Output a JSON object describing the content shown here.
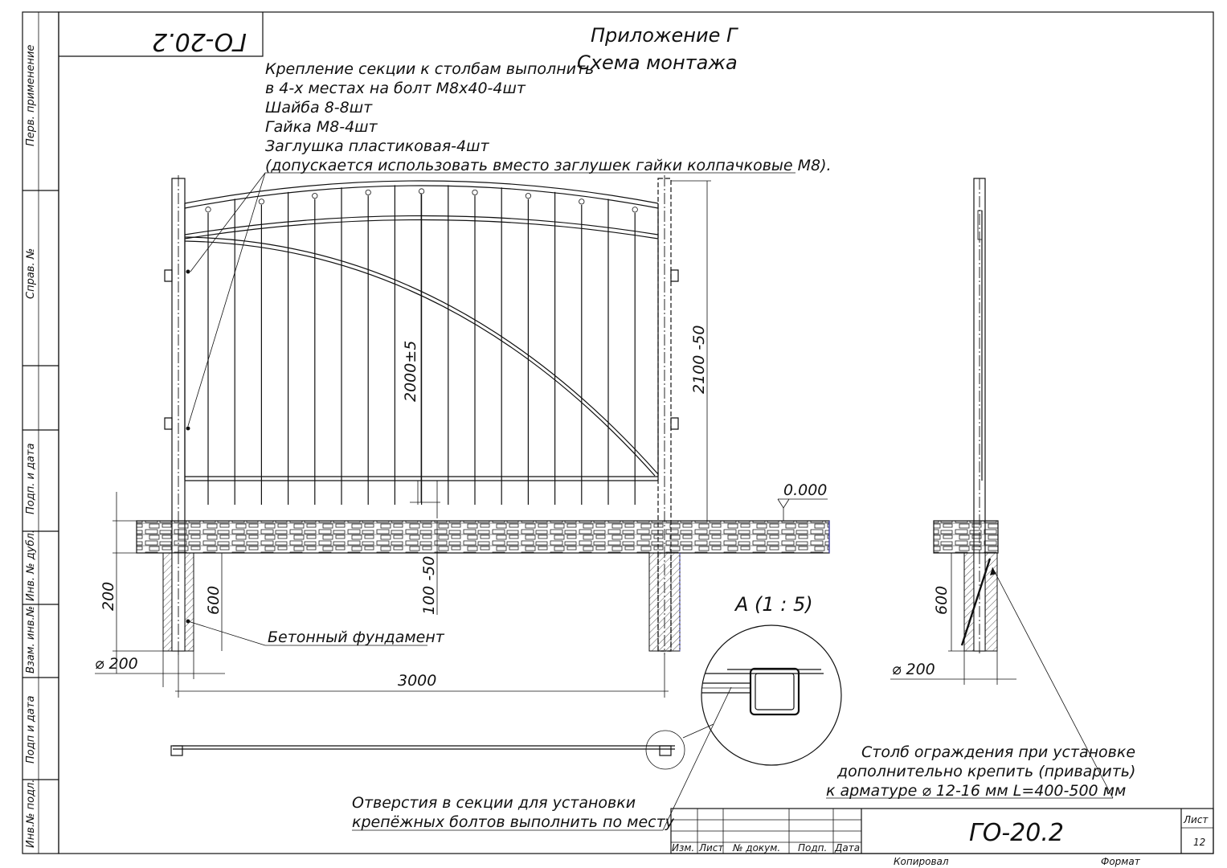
{
  "header": {
    "appendix": "Приложение Г",
    "scheme_title": "Схема монтажа",
    "code_mirrored": "ГО-20.2"
  },
  "mounting_note": {
    "lines": [
      "Крепление секции к столбам выполнить",
      "в 4-х местах на болт М8х40-4шт",
      "Шайба 8-8шт",
      "Гайка М8-4шт",
      "Заглушка пластиковая-4шт",
      "(допускается использовать вместо заглушек гайки колпачковые М8)."
    ]
  },
  "dimensions": {
    "section_height": "2000±5",
    "post_height": "2100 -50",
    "ground_level": "0.000",
    "gap_bottom": "100 -50",
    "foundation_depth_left": "200",
    "post_embed_depth": "600",
    "foundation_diameter": "⌀ 200",
    "section_length": "3000",
    "side_embed_depth": "600",
    "side_foundation_diameter": "⌀ 200"
  },
  "labels": {
    "foundation": "Бетонный фундамент",
    "detail_a": "А (1 : 5)",
    "holes_note_1": "Отверстия в секции для установки",
    "holes_note_2": "крепёжных болтов выполнить по месту",
    "post_note_1": "Столб ограждения при установке",
    "post_note_2": "дополнительно крепить (приварить)",
    "post_note_3": "к арматуре ⌀ 12-16 мм L=400-500 мм"
  },
  "side_stamp": {
    "fields": [
      "Перв. применение",
      "Справ. №",
      "Подп. и дата",
      "Инв. № дубл.",
      "Взам. инв.№",
      "Подп и дата",
      "Инв.№ подл."
    ]
  },
  "title_block": {
    "code": "ГО-20.2",
    "sheet_label": "Лист",
    "sheet_number": "12",
    "col_izm": "Изм.",
    "col_list": "Лист",
    "col_doc": "№ докум.",
    "col_sign": "Подп.",
    "col_date": "Дата",
    "copied": "Копировал",
    "format": "Формат"
  }
}
